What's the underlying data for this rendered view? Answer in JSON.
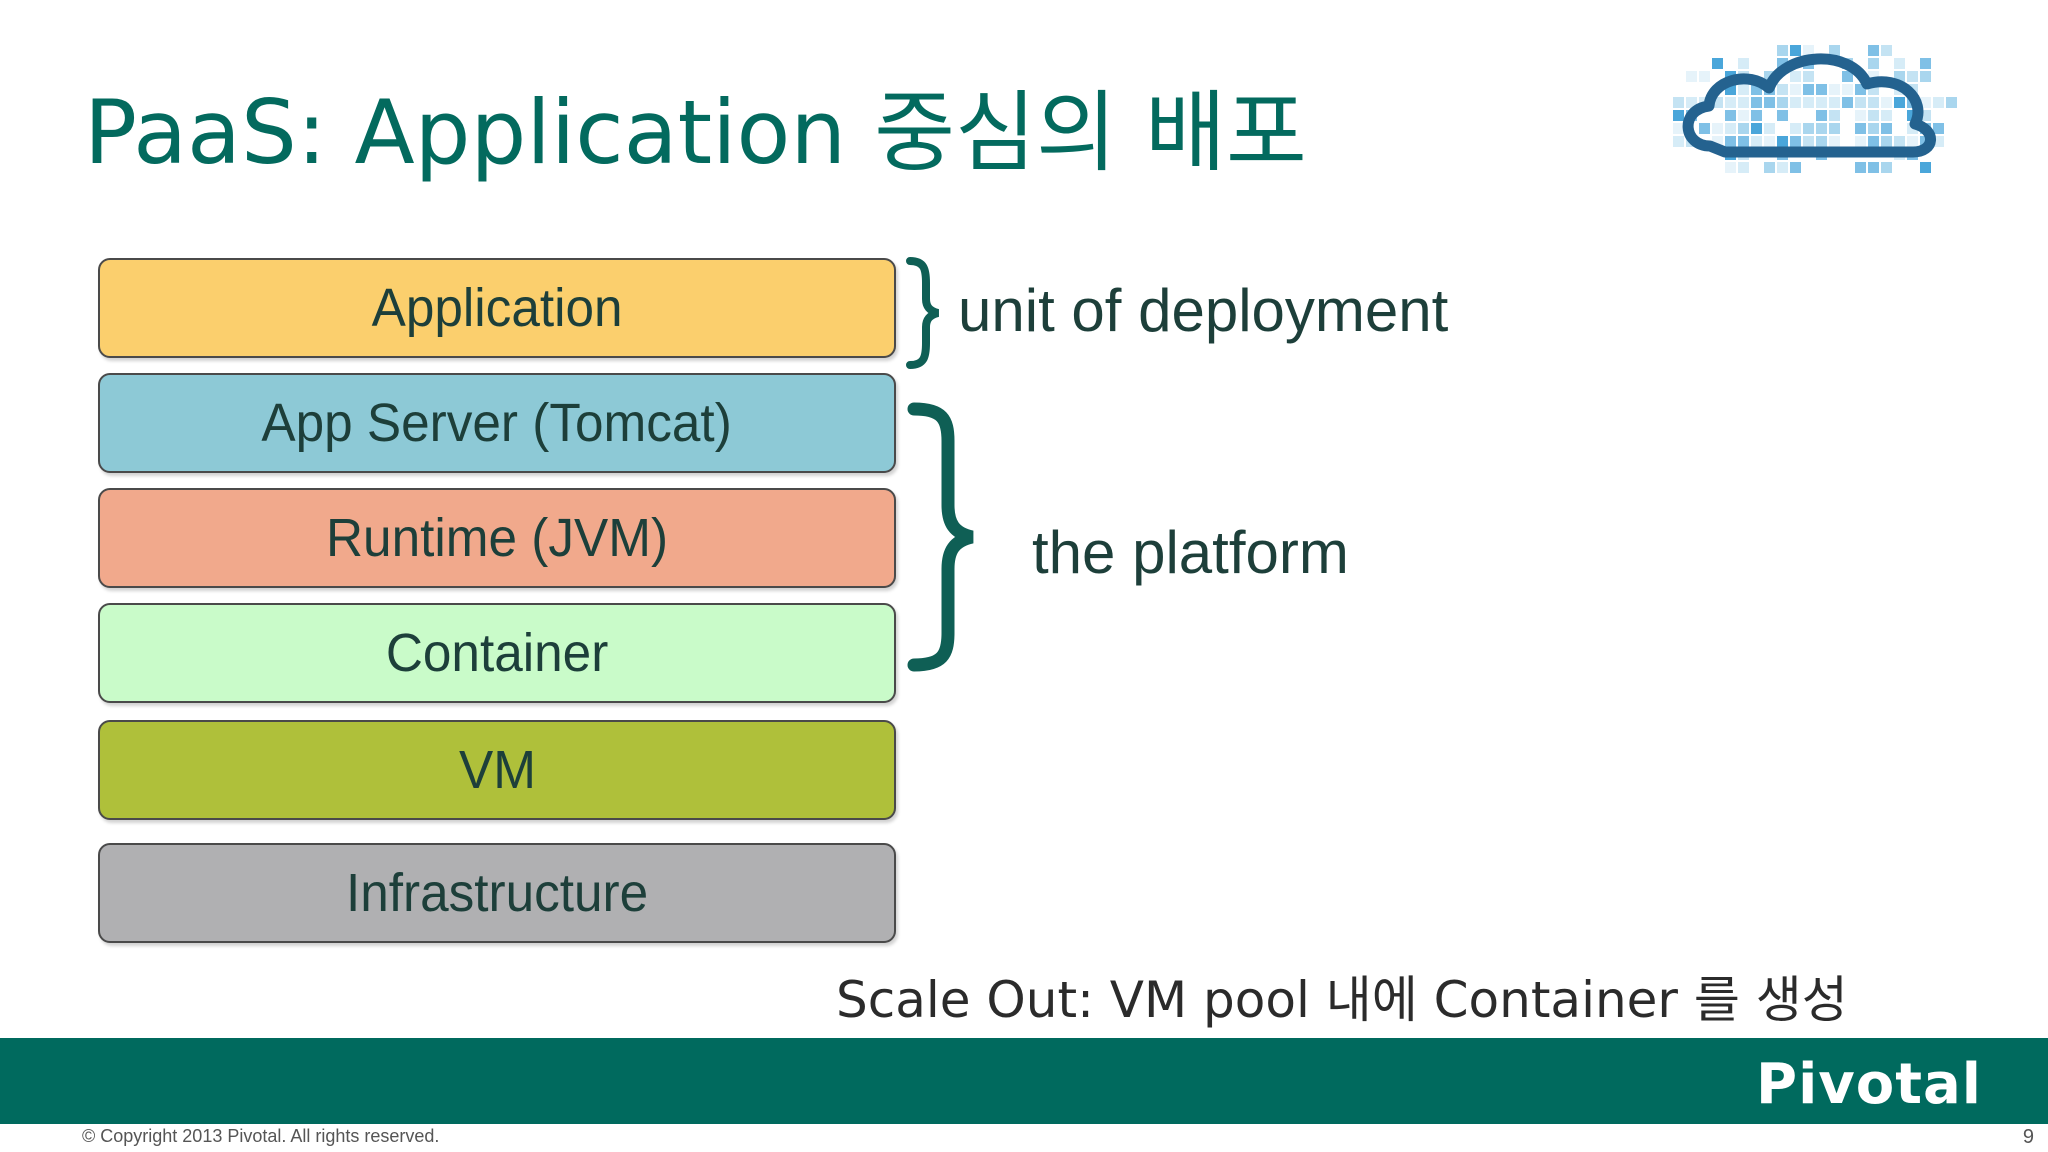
{
  "slide": {
    "title": "PaaS: Application 중심의 배포",
    "layers": [
      {
        "label": "Application",
        "color": "#fbcf6d"
      },
      {
        "label": "App Server (Tomcat)",
        "color": "#8dc9d6"
      },
      {
        "label": "Runtime (JVM)",
        "color": "#f1a98c"
      },
      {
        "label": "Container",
        "color": "#c9fbc9"
      },
      {
        "label": "VM",
        "color": "#afc03a"
      },
      {
        "label": "Infrastructure",
        "color": "#b0b0b2"
      }
    ],
    "braces": {
      "unit_label": "unit of deployment",
      "platform_label": "the platform",
      "color": "#0f5f55"
    },
    "note": "Scale Out: VM pool 내에 Container 를 생성",
    "logo_icon": "pixel-cloud-icon"
  },
  "footer": {
    "brand": "Pivotal",
    "copyright": "© Copyright 2013 Pivotal. All rights reserved.",
    "page_number": "9",
    "bar_color": "#006a5e"
  }
}
